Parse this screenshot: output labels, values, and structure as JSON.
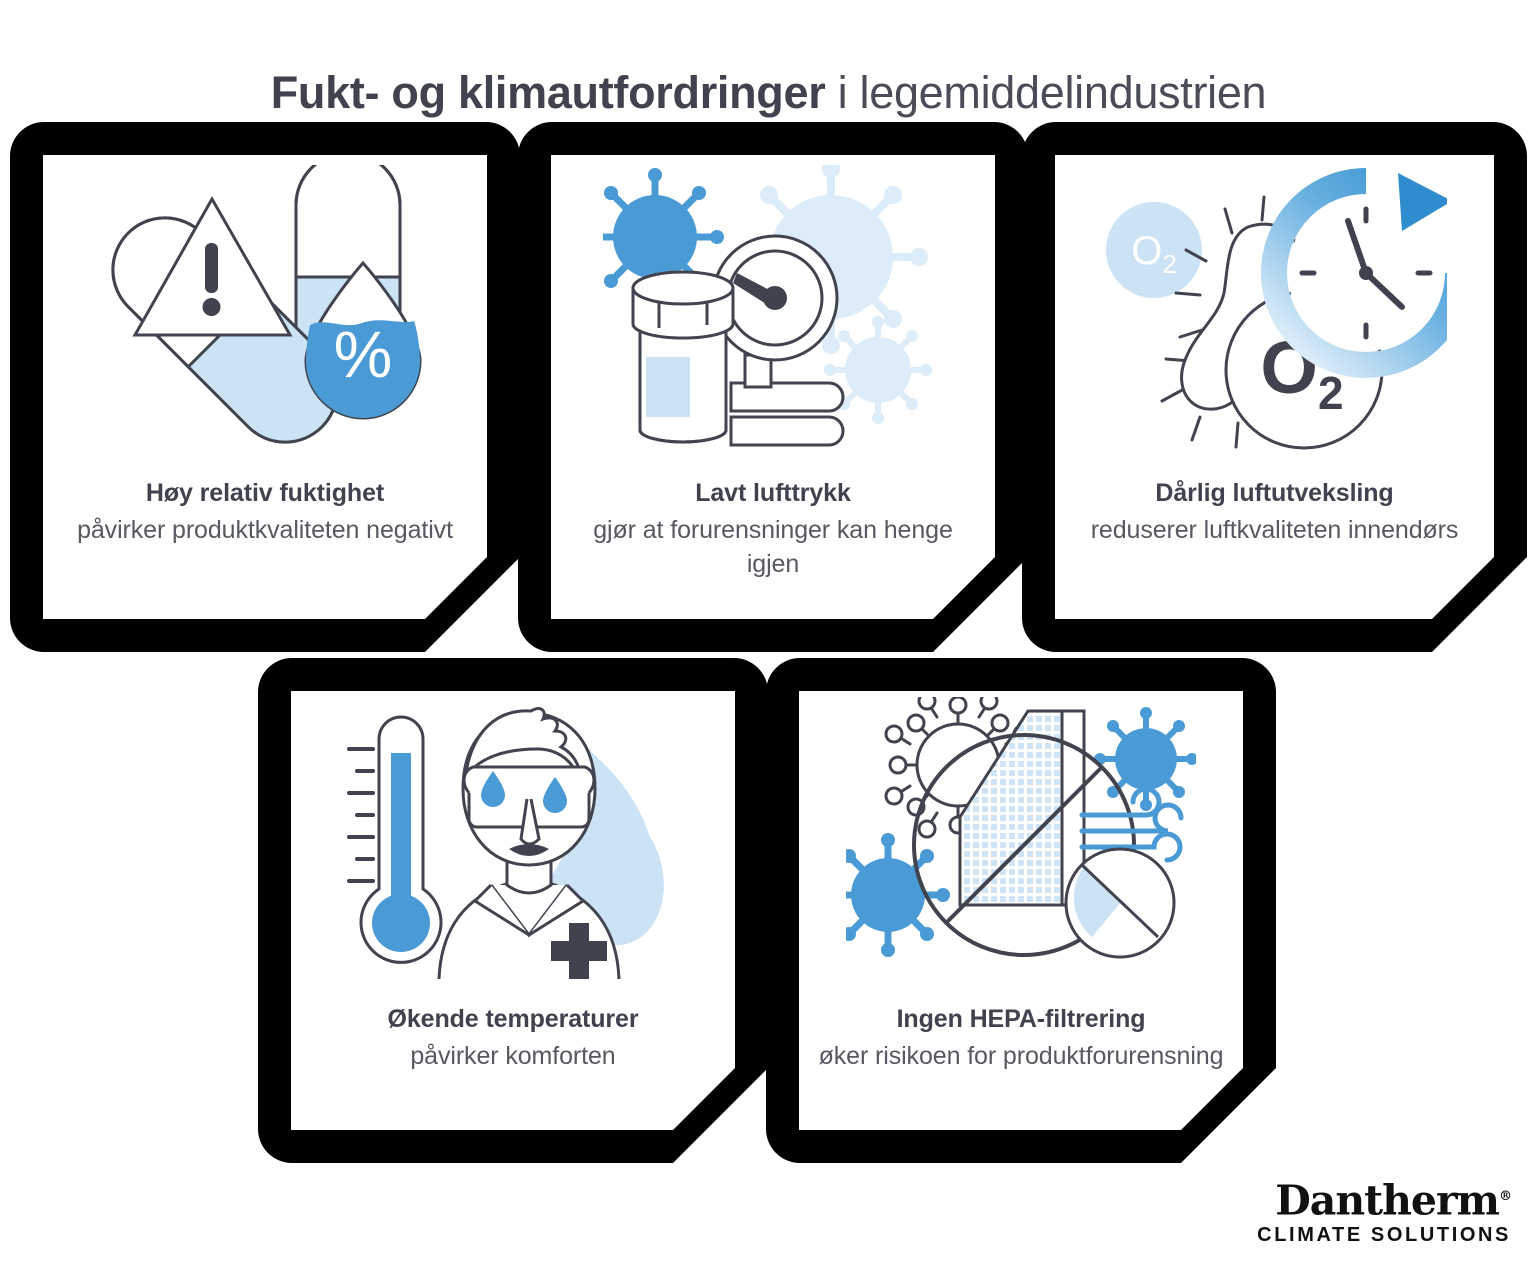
{
  "title": {
    "bold": "Fukt- og klimautfordringer",
    "light": " i legemiddelindustrien"
  },
  "colors": {
    "accent_blue": "#4a9bd5",
    "light_blue": "#cce3f5",
    "pale_blue": "#dcecf9",
    "outline": "#41444e",
    "text_dark": "#40434e",
    "text_body": "#56595f",
    "frame_black": "#000000",
    "card_white": "#ffffff"
  },
  "cards": [
    {
      "id": "hoy-relativ-fuktighet",
      "icon_name": "pills-warning-humidity-icon",
      "icon_labels": {
        "warning": "!",
        "droplet": "%"
      },
      "title": "Høy relativ fuktighet",
      "subtitle": "påvirker produktkvaliteten negativt"
    },
    {
      "id": "lavt-lufttrykk",
      "icon_name": "pressure-gauge-virus-icon",
      "icon_labels": {},
      "title": "Lavt lufttrykk",
      "subtitle": "gjør at forurensninger kan henge igjen"
    },
    {
      "id": "darlig-luftutveksling",
      "icon_name": "oxygen-bacteria-clock-icon",
      "icon_labels": {
        "bubble_small": "O",
        "bubble_small_sub": "2",
        "bubble_large": "O",
        "bubble_large_sub": "2"
      },
      "title": "Dårlig luftutveksling",
      "subtitle": "reduserer luftkvaliteten innendørs"
    },
    {
      "id": "okende-temperaturer",
      "icon_name": "thermometer-worker-heat-icon",
      "icon_labels": {},
      "title": "Økende temperaturer",
      "subtitle": "påvirker komforten"
    },
    {
      "id": "ingen-hepa-filtrering",
      "icon_name": "hepa-filter-prohibited-icon",
      "icon_labels": {},
      "title": "Ingen HEPA-filtrering",
      "subtitle": "øker risikoen for produktforurensning"
    }
  ],
  "logo": {
    "word": "Dantherm",
    "registered": "®",
    "tagline": "CLIMATE SOLUTIONS"
  }
}
